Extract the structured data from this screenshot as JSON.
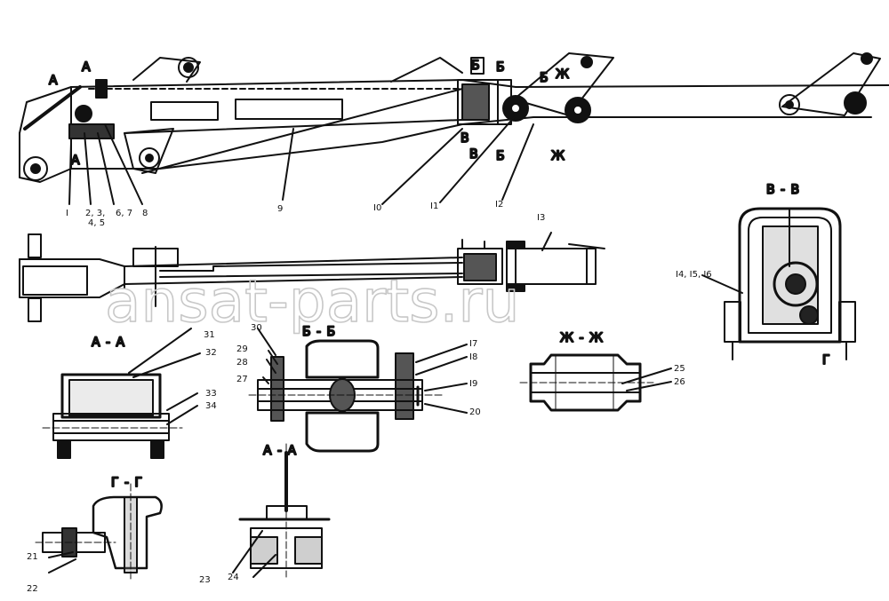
{
  "watermark": "ansat-parts.ru",
  "section_titles": {
    "vv": "В - В",
    "aa_left": "А - А",
    "bb": "Б - Б",
    "zhzh": "Ж - Ж",
    "gg": "Г - Г",
    "aa_center": "А - А"
  },
  "view_markers": {
    "a1": "А",
    "a2": "А",
    "a3": "А",
    "b1": "Б",
    "b2": "Б",
    "b3": "Б",
    "b4": "Б",
    "v1": "В",
    "v2": "В",
    "zh1": "Ж",
    "zh2": "Ж",
    "g1": "Г"
  },
  "callouts": {
    "c1": "I",
    "c2": "2, 3,",
    "c2b": "4, 5",
    "c6": "6, 7",
    "c8": "8",
    "c9": "9",
    "c10": "I0",
    "c11": "I1",
    "c12": "I2",
    "c13": "I3",
    "c14": "I4, I5, I6",
    "c17": "I7",
    "c18": "I8",
    "c19": "I9",
    "c20": "20",
    "c21": "21",
    "c22": "22",
    "c23": "23",
    "c24": "24",
    "c25": "25",
    "c26": "26",
    "c27": "27",
    "c28": "28",
    "c29": "29",
    "c30": "30",
    "c31": "31",
    "c32": "32",
    "c33": "33",
    "c34": "34"
  }
}
